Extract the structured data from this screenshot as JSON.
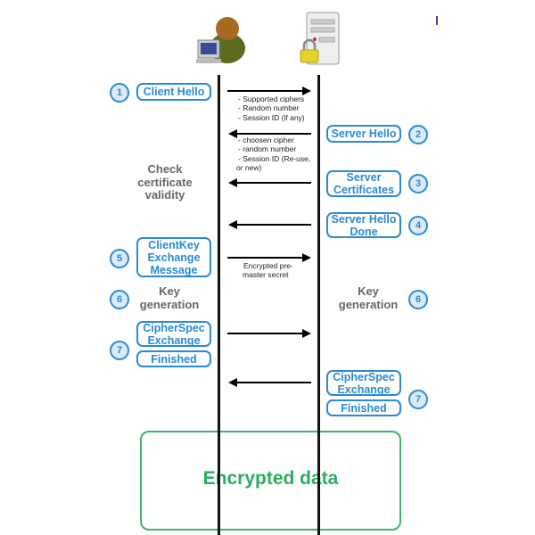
{
  "participants": [
    {
      "name": "client",
      "icon": "user-computer-icon"
    },
    {
      "name": "server",
      "icon": "server-lock-icon"
    }
  ],
  "colors": {
    "step": "#2a8ad4",
    "arrow": "#000000",
    "encrypted": "#2aae60",
    "note": "#666666"
  },
  "steps": [
    {
      "number": "1",
      "label": "Client Hello",
      "notes": [
        "- Supported ciphers",
        "- Random number",
        "- Session ID (if any)"
      ]
    },
    {
      "number": "2",
      "label": "Server Hello",
      "notes": [
        "- choosen cipher",
        "- random number",
        "- Session ID (Re-use,",
        "or new)"
      ]
    },
    {
      "number": "3",
      "label_lines": [
        "Server",
        "Certificates"
      ]
    },
    {
      "number": "4",
      "label_lines": [
        "Server Hello",
        "Done"
      ]
    },
    {
      "number": "5",
      "label_lines": [
        "ClientKey",
        "Exchange",
        "Message"
      ],
      "notes": [
        "Encrypted pre-",
        "master secret"
      ]
    },
    {
      "number": "6",
      "left_lines": [
        "Key",
        "generation"
      ],
      "right_lines": [
        "Key",
        "generation"
      ]
    },
    {
      "number": "7",
      "cipher_lines": [
        "CipherSpec",
        "Exchange"
      ],
      "finished": "Finished"
    }
  ],
  "check_certificate": [
    "Check",
    "certificate",
    "validity"
  ],
  "encrypted_data": "Encrypted data"
}
